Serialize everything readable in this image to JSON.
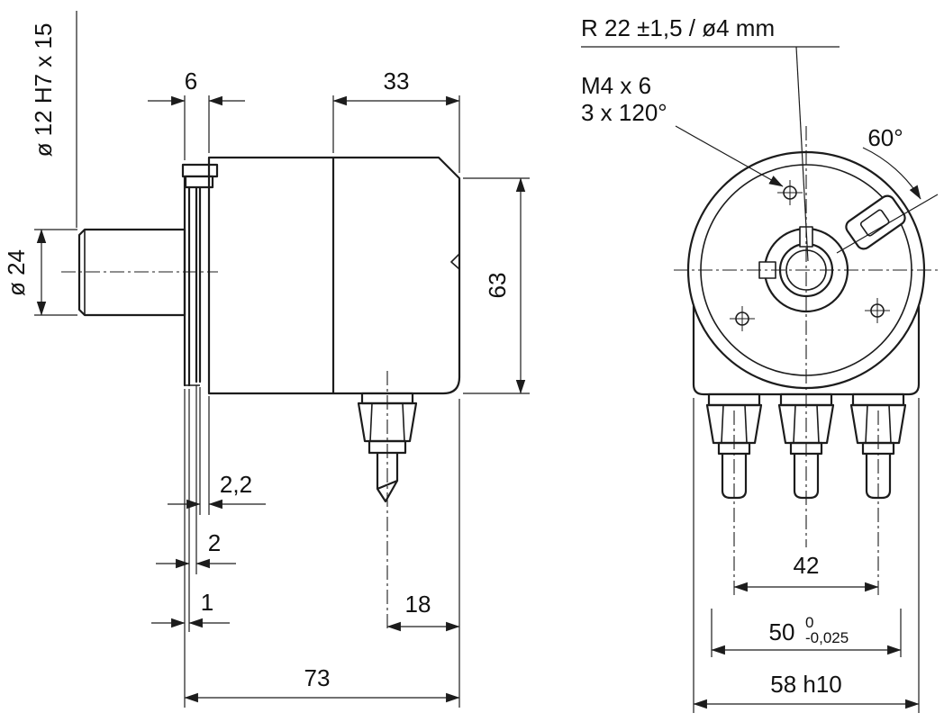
{
  "drawing": {
    "side_view": {
      "bore_label": "ø 12 H7 x 15",
      "collar_diameter": "ø 24",
      "flange_thickness": "6",
      "cap_width": "33",
      "body_height": "63",
      "plate_gap": "2,2",
      "plate_thickness": "2",
      "spring_thickness": "1",
      "cable_offset": "18",
      "overall_length": "73"
    },
    "front_view": {
      "mounting_note": "R 22 ±1,5 / ø4 mm",
      "screw_thread": "M4 x 6",
      "screw_pattern": "3 x 120°",
      "clamp_angle": "60°",
      "gland_spacing": "42",
      "spigot_diameter": "50",
      "spigot_tol_upper": "0",
      "spigot_tol_lower": "-0,025",
      "body_width": "58 h10"
    }
  }
}
